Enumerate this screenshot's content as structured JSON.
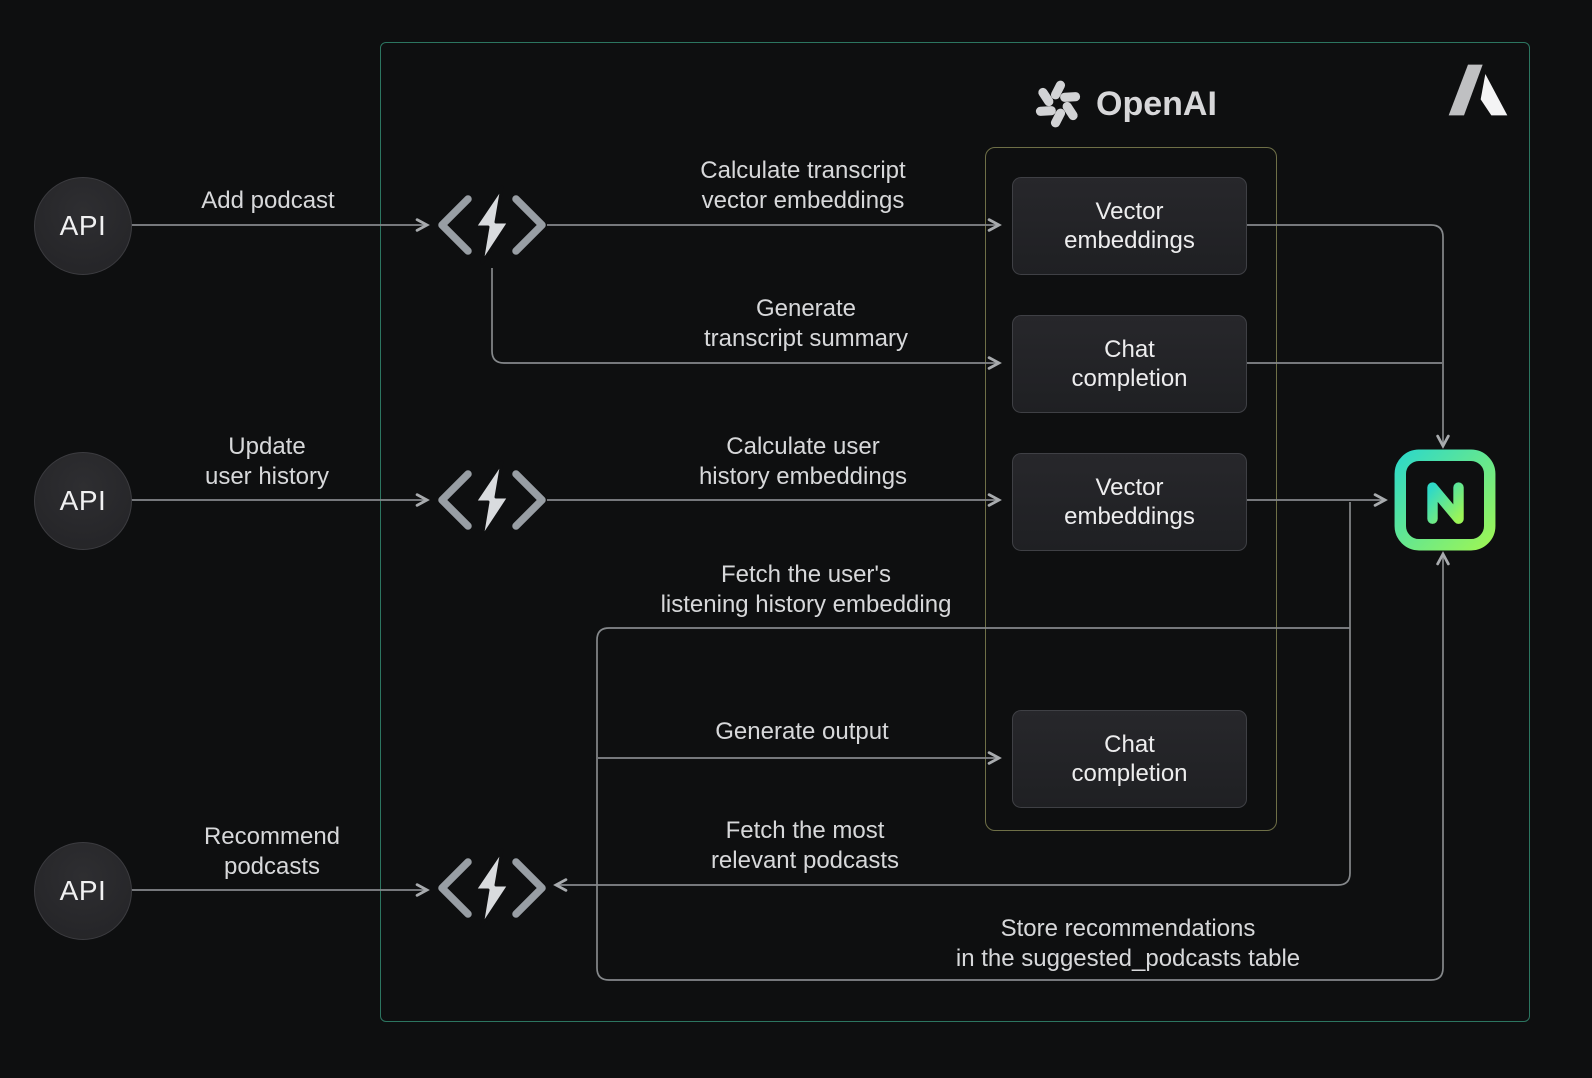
{
  "diagram": {
    "api_nodes": [
      {
        "label": "API"
      },
      {
        "label": "API"
      },
      {
        "label": "API"
      }
    ],
    "edge_labels": {
      "add_podcast": "Add podcast",
      "calculate_transcript": "Calculate transcript\nvector embeddings",
      "generate_summary": "Generate\ntranscript summary",
      "update_user_history": "Update\nuser history",
      "calculate_user_history": "Calculate user\nhistory embeddings",
      "fetch_listening_history": "Fetch the user's\nlistening history embedding",
      "generate_output": "Generate output",
      "fetch_relevant_podcasts": "Fetch the most\nrelevant podcasts",
      "store_recommendations": "Store recommendations\nin the suggested_podcasts table",
      "recommend_podcasts": "Recommend\npodcasts"
    },
    "openai": {
      "brand": "OpenAI",
      "services": [
        {
          "label": "Vector\nembeddings"
        },
        {
          "label": "Chat\ncompletion"
        },
        {
          "label": "Vector\nembeddings"
        },
        {
          "label": "Chat\ncompletion"
        }
      ]
    },
    "icons": {
      "edge_function": "code-lightning-icon",
      "openai": "openai-logo",
      "azure": "azure-logo",
      "database": "neon-logo"
    },
    "colors": {
      "background": "#0e0f10",
      "connector": "#85888b",
      "azure_region_border": "#2c7560",
      "openai_region_border": "#6e6f47",
      "neon_gradient_start": "#2fd9c7",
      "neon_gradient_end": "#9bf557"
    }
  }
}
